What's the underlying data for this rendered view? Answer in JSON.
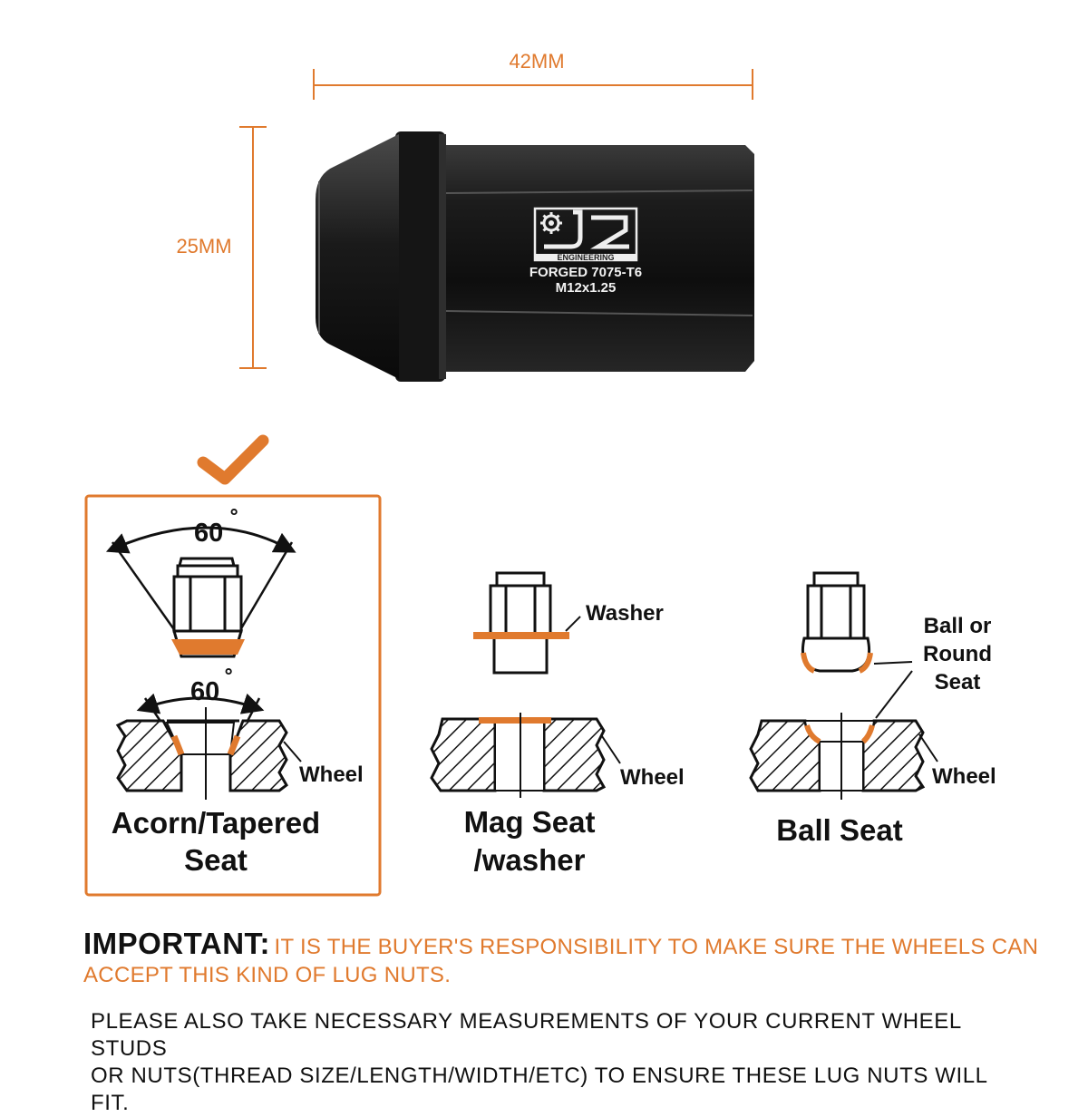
{
  "dimensions": {
    "length_label": "42MM",
    "height_label": "25MM"
  },
  "product": {
    "brand": "ENGINEERING",
    "material": "FORGED 7075-T6",
    "thread": "M12x1.25"
  },
  "seats": {
    "acorn": {
      "title_line1": "Acorn/Tapered",
      "title_line2": "Seat",
      "angle_top": "60",
      "angle_bottom": "60",
      "wheel_label": "Wheel",
      "selected": true
    },
    "mag": {
      "title_line1": "Mag Seat",
      "title_line2": "/washer",
      "washer_label": "Washer",
      "wheel_label": "Wheel"
    },
    "ball": {
      "title": "Ball Seat",
      "callout_line1": "Ball or",
      "callout_line2": "Round",
      "callout_line3": "Seat",
      "wheel_label": "Wheel"
    }
  },
  "notice": {
    "heading": "IMPORTANT:",
    "text_line1": "IT IS THE BUYER'S RESPONSIBILITY TO MAKE SURE THE WHEELS CAN",
    "text_line2": "ACCEPT THIS KIND OF LUG NUTS.",
    "note_line1": "PLEASE ALSO TAKE NECESSARY MEASUREMENTS OF YOUR CURRENT WHEEL STUDS",
    "note_line2": "OR NUTS(THREAD SIZE/LENGTH/WIDTH/ETC) TO ENSURE THESE LUG NUTS WILL FIT."
  },
  "colors": {
    "accent": "#e07a2e",
    "ink": "#111111",
    "nut_body": "#1a1a1a"
  },
  "icons": {
    "selection": "checkmark-icon",
    "logo": "gear-icon"
  }
}
